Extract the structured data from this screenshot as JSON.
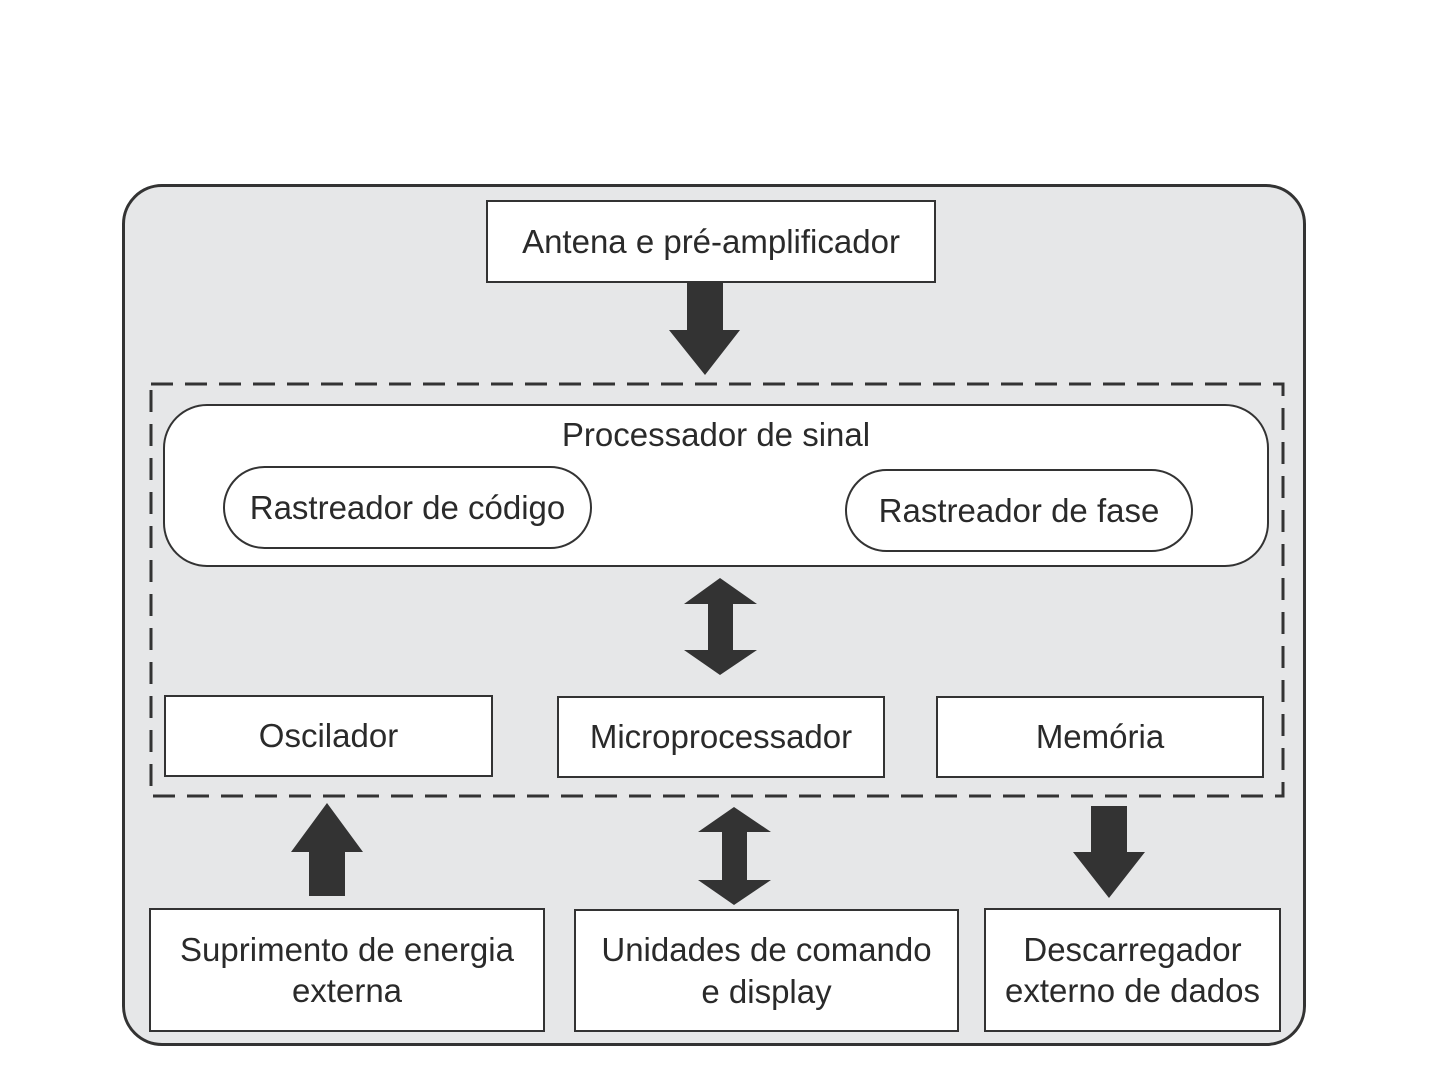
{
  "diagram": {
    "antenna": "Antena e pré-amplificador",
    "signal_processor": "Processador de sinal",
    "code_tracker": "Rastreador de código",
    "phase_tracker": "Rastreador de fase",
    "oscillator": "Oscilador",
    "microprocessor": "Microprocessador",
    "memory": "Memória",
    "power_supply": {
      "line1": "Suprimento de energia",
      "line2": "externa"
    },
    "command_units": {
      "line1": "Unidades de comando",
      "line2": "e display"
    },
    "data_downloader": {
      "line1": "Descarregador",
      "line2": "externo de dados"
    }
  },
  "colors": {
    "outer_fill": "#e6e7e8",
    "stroke": "#333333",
    "arrow": "#333333",
    "box_fill": "#ffffff"
  }
}
